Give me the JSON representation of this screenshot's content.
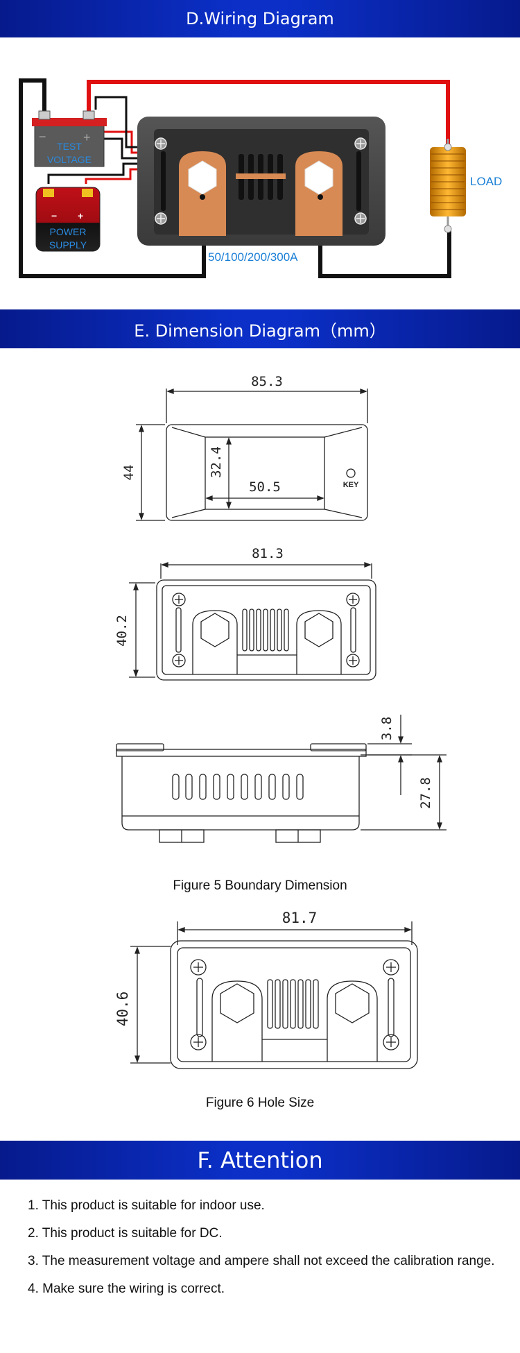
{
  "sections": {
    "wiring_title": "D.Wiring Diagram",
    "dimension_title": "E. Dimension Diagram（mm）",
    "attention_title": "F. Attention"
  },
  "wiring": {
    "test_voltage_label": [
      "TEST",
      "VOLTAGE"
    ],
    "power_supply_label": [
      "POWER",
      "SUPPLY"
    ],
    "load_label": "LOAD",
    "current_range_label": "50/100/200/300A",
    "colors": {
      "positive_wire": "#e01010",
      "negative_wire": "#111111",
      "label_blue": "#1a7fd6"
    }
  },
  "dimensions": {
    "front_width": "85.3",
    "front_height": "44",
    "screen_height": "32.4",
    "screen_width": "50.5",
    "key_label": "KEY",
    "back_width": "81.3",
    "back_height": "40.2",
    "side_lip": "3.8",
    "side_depth": "27.8",
    "figure5_caption": "Figure 5 Boundary Dimension",
    "hole_width": "81.7",
    "hole_height": "40.6",
    "figure6_caption": "Figure 6 Hole Size"
  },
  "attention_items": [
    "1. This product is suitable for indoor use.",
    "2. This product is suitable for DC.",
    "3. The measurement voltage and ampere shall not exceed the calibration range.",
    "4. Make sure the wiring is correct."
  ]
}
